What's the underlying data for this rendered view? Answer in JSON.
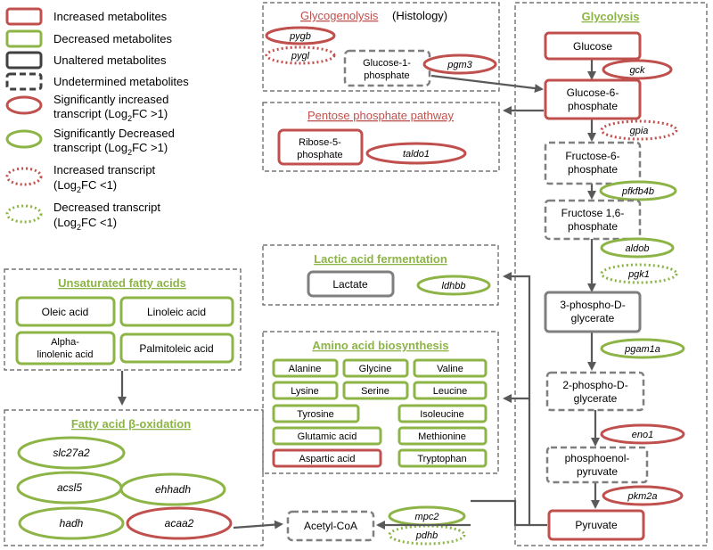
{
  "colors": {
    "increased": "#c0504d",
    "decreased": "#8db446",
    "unaltered": "#7f7f7f",
    "undetermined": "#7f7f7f",
    "arrow": "#595959",
    "panel_border": "#595959",
    "glycogen_title": "#c0504d",
    "green_title": "#8db446"
  },
  "legend": {
    "increased_metabolites": "Increased metabolites",
    "decreased_metabolites": "Decreased metabolites",
    "unaltered_metabolites": "Unaltered metabolites",
    "undetermined_metabolites": "Undetermined metabolites",
    "sig_increased_line1": "Significantly increased",
    "sig_increased_line2": "transcript (Log",
    "sig_increased_line2_end": "FC >1)",
    "sig_decreased_line1": "Significantly Decreased",
    "sig_decreased_line2": "transcript (Log",
    "sig_decreased_line2_end": "FC >1)",
    "inc_line1": "Increased transcript",
    "inc_line2": "(Log",
    "inc_line2_end": "FC <1)",
    "dec_line1": "Decreased transcript",
    "dec_line2": "(Log",
    "dec_line2_end": "FC <1)",
    "subscript": "2"
  },
  "panels": {
    "glycogenolysis": {
      "title": "Glycogenolysis",
      "suffix": "(Histology)"
    },
    "pentose": {
      "title": "Pentose phosphate pathway"
    },
    "glycolysis": {
      "title": "Glycolysis"
    },
    "lactic": {
      "title": "Lactic acid fermentation"
    },
    "unsaturated": {
      "title": "Unsaturated fatty acids"
    },
    "amino": {
      "title": "Amino acid biosynthesis"
    },
    "fatty_ox": {
      "title": "Fatty acid β-oxidation"
    }
  },
  "glycogenolysis": {
    "pygb": "pygb",
    "pygl": "pygl",
    "g1p_line1": "Glucose-1-",
    "g1p_line2": "phosphate",
    "pgm3": "pgm3"
  },
  "pentose": {
    "r5p_line1": "Ribose-5-",
    "r5p_line2": "phosphate",
    "taldo1": "taldo1"
  },
  "glycolysis": {
    "glucose": "Glucose",
    "gck": "gck",
    "g6p_line1": "Glucose-6-",
    "g6p_line2": "phosphate",
    "gpia": "gpia",
    "f6p_line1": "Fructose-6-",
    "f6p_line2": "phosphate",
    "pfkfb4b": "pfkfb4b",
    "f16p_line1": "Fructose 1,6-",
    "f16p_line2": "phosphate",
    "aldob": "aldob",
    "pgk1": "pgk1",
    "pg3_line1": "3-phospho-D-",
    "pg3_line2": "glycerate",
    "pgam1a": "pgam1a",
    "pg2_line1": "2-phospho-D-",
    "pg2_line2": "glycerate",
    "eno1": "eno1",
    "pep_line1": "phosphoenol-",
    "pep_line2": "pyruvate",
    "pkm2a": "pkm2a",
    "pyruvate": "Pyruvate"
  },
  "lactic": {
    "lactate": "Lactate",
    "ldhbb": "ldhbb"
  },
  "unsaturated": {
    "oleic": "Oleic acid",
    "linoleic": "Linoleic acid",
    "alpha_line1": "Alpha-",
    "alpha_line2": "linolenic acid",
    "palmitoleic": "Palmitoleic  acid"
  },
  "amino": {
    "alanine": "Alanine",
    "glycine": "Glycine",
    "valine": "Valine",
    "lysine": "Lysine",
    "serine": "Serine",
    "leucine": "Leucine",
    "tyrosine": "Tyrosine",
    "isoleucine": "Isoleucine",
    "glutamic": "Glutamic acid",
    "methionine": "Methionine",
    "aspartic": "Aspartic acid",
    "tryptophan": "Tryptophan"
  },
  "fatty_ox": {
    "slc27a2": "slc27a2",
    "acsl5": "acsl5",
    "ehhadh": "ehhadh",
    "hadh": "hadh",
    "acaa2": "acaa2"
  },
  "acetyl": {
    "acetyl_coa": "Acetyl-CoA",
    "mpc2": "mpc2",
    "pdhb": "pdhb"
  }
}
